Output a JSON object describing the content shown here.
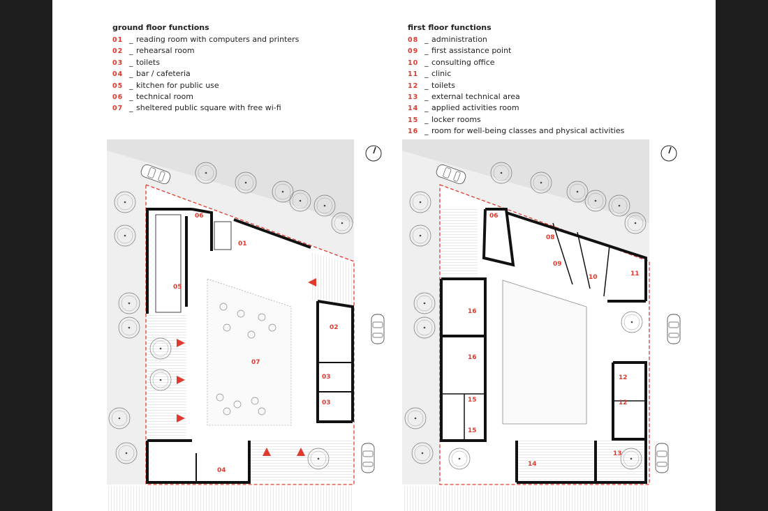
{
  "ground_floor": {
    "title": "ground floor functions",
    "items": [
      {
        "num": "01",
        "label": "reading room with computers and printers"
      },
      {
        "num": "02",
        "label": "rehearsal room"
      },
      {
        "num": "03",
        "label": "toilets"
      },
      {
        "num": "04",
        "label": "bar / cafeteria"
      },
      {
        "num": "05",
        "label": "kitchen for public use"
      },
      {
        "num": "06",
        "label": "technical room"
      },
      {
        "num": "07",
        "label": "sheltered public square with free wi-fi"
      }
    ]
  },
  "first_floor": {
    "title": "first floor functions",
    "items": [
      {
        "num": "08",
        "label": "administration"
      },
      {
        "num": "09",
        "label": "first assistance point"
      },
      {
        "num": "10",
        "label": "consulting office"
      },
      {
        "num": "11",
        "label": "clinic"
      },
      {
        "num": "12",
        "label": "toilets"
      },
      {
        "num": "13",
        "label": "external technical area"
      },
      {
        "num": "14",
        "label": "applied activities room"
      },
      {
        "num": "15",
        "label": "locker rooms"
      },
      {
        "num": "16",
        "label": "room for well-being classes and physical activities"
      }
    ]
  },
  "plan_labels": {
    "gf": [
      "06",
      "01",
      "05",
      "02",
      "07",
      "03",
      "03",
      "04"
    ],
    "ff": [
      "06",
      "08",
      "09",
      "10",
      "11",
      "16",
      "16",
      "12",
      "12",
      "15",
      "15",
      "14",
      "13"
    ]
  },
  "colors": {
    "accent": "#e03a2f",
    "wall": "#111111",
    "site": "#eeeeee",
    "page_bg": "#1e1e1e"
  },
  "icons": [
    "north-arrow-icon",
    "car-icon",
    "tree-icon",
    "entrance-arrow-icon"
  ]
}
